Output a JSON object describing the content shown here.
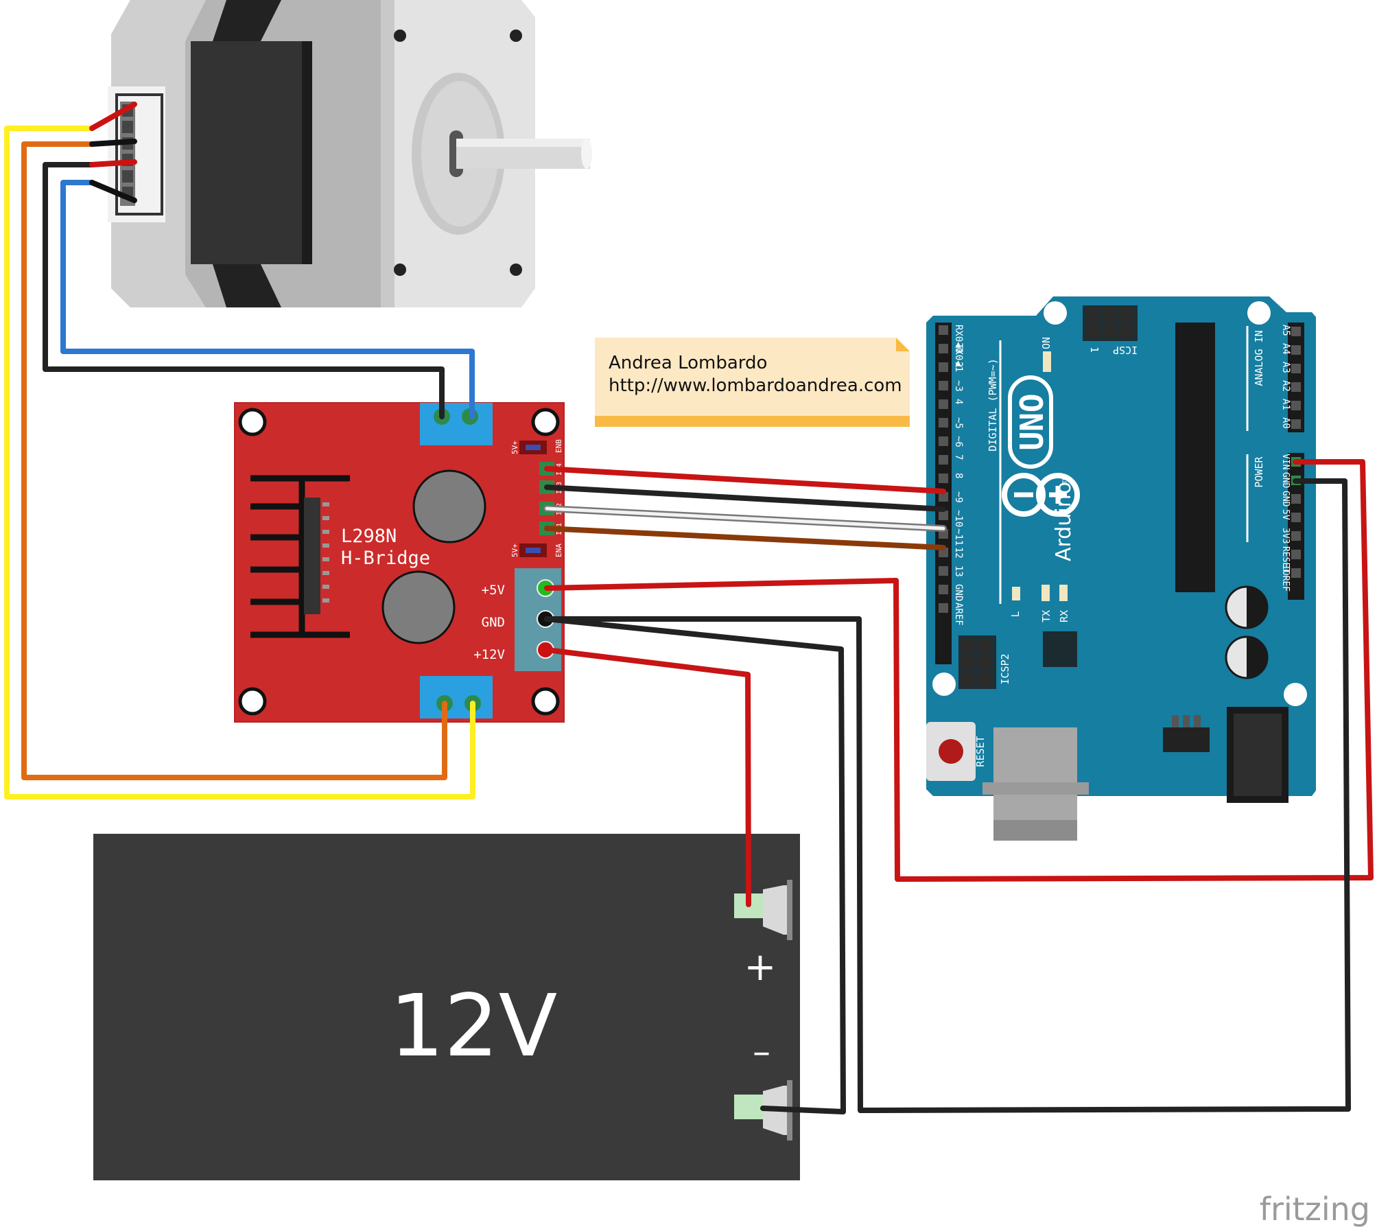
{
  "note": {
    "author": "Andrea Lombardo",
    "url": "http://www.lombardoandrea.com"
  },
  "hbridge": {
    "title_line1": "L298N",
    "title_line2": "H-Bridge",
    "power_labels": [
      "+5V",
      "GND",
      "+12V"
    ],
    "jumper_label": "5V+",
    "enb_label": "ENB",
    "ena_label": "ENA",
    "input_labels": [
      "IN4",
      "IN3",
      "IN2",
      "IN1"
    ]
  },
  "battery": {
    "voltage_label": "12V",
    "plus_label": "+",
    "minus_label": "–"
  },
  "arduino": {
    "brand": "Arduino",
    "model": "UNO",
    "tm": "TM",
    "digital_section_label": "DIGITAL (PWM=~)",
    "digital_pins": [
      "RX0◀0",
      "TX0◀1",
      "2",
      "~3",
      "4",
      "~5",
      "~6",
      "7",
      "8",
      "~9",
      "~10",
      "~11",
      "12",
      "13",
      "GND",
      "AREF"
    ],
    "analog_section_label": "ANALOG IN",
    "analog_pins": [
      "A5",
      "A4",
      "A3",
      "A2",
      "A1",
      "A0"
    ],
    "power_section_label": "POWER",
    "power_pins": [
      "VIN",
      "GND",
      "GND",
      "5V",
      "3V3",
      "RESET",
      "IOREF"
    ],
    "on_label": "ON",
    "icsp_label": "ICSP",
    "icsp_one": "1",
    "icsp2_label": "ICSP2",
    "reset_label": "RESET",
    "led_l": "L",
    "led_tx": "TX",
    "led_rx": "RX"
  },
  "watermark": "fritzing",
  "colors": {
    "wire_red": "#c81414",
    "wire_black": "#222222",
    "wire_blue": "#2d78d0",
    "wire_yellow": "#ffee22",
    "wire_orange": "#e06b14",
    "wire_white": "#eeeeee",
    "wire_brown": "#8a3a0a",
    "hbridge_board": "#cc2b2b",
    "arduino_board": "#167ea0",
    "battery_body": "#3a3a3a",
    "note_bg": "#fde8c4"
  }
}
